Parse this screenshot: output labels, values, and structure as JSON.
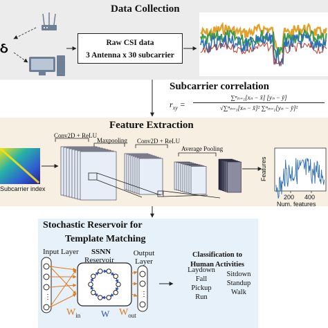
{
  "sections": {
    "data_collection": "Data Collection",
    "subcarrier_correlation": "Subcarrier correlation",
    "feature_extraction": "Feature Extraction",
    "reservoir_line1": "Stochastic Reservoir for",
    "reservoir_line2": "Template Matching"
  },
  "raw_box": {
    "line1": "Raw CSI data",
    "line2": "3 Antenna x 30 subcarrier"
  },
  "formula": {
    "lhs": "r",
    "lhs_sub": "xy",
    "numerator": "∑ⁿₙ₌₁[xₙ − x̄] [yₙ − ȳ]",
    "denominator": "√∑ⁿₙ₌₁[xₙ − x̄]² ∑ⁿₙ₌₁[yₙ − ȳ]²"
  },
  "cnn": {
    "conv1": "Conv2D + ReLU",
    "maxpool": "Maxpooling",
    "conv2": "Conv2D + ReLU",
    "avgpool": "Average Pooling",
    "input_label": "Subcarrier index"
  },
  "feature_plot": {
    "ylabel": "Features",
    "xlabel": "Num. features",
    "ticks": [
      "200",
      "400"
    ]
  },
  "reservoir": {
    "input_layer": "Input Layer",
    "ssnn": "SSNN",
    "reservoir": "Reservoir",
    "output_layer": "Output Layer",
    "w_in": "W",
    "w_in_sub": "in",
    "w": "W",
    "w_out": "W",
    "w_out_sub": "out"
  },
  "classification": {
    "title_line1": "Classification to",
    "title_line2": "Human Activities",
    "col1": [
      "Laydown",
      "Fall",
      "Pickup",
      "Run"
    ],
    "col2": [
      "Sitdown",
      "Standup",
      "Walk"
    ]
  },
  "colors": {
    "top_panel": "#ececec",
    "mid_panel": "#f6efe2",
    "bottom_panel": "#e6f1f9",
    "signal_blue": "#2f6fb5",
    "arrow_orange": "#e07a1f",
    "arrow_blue": "#2e4fb0"
  }
}
